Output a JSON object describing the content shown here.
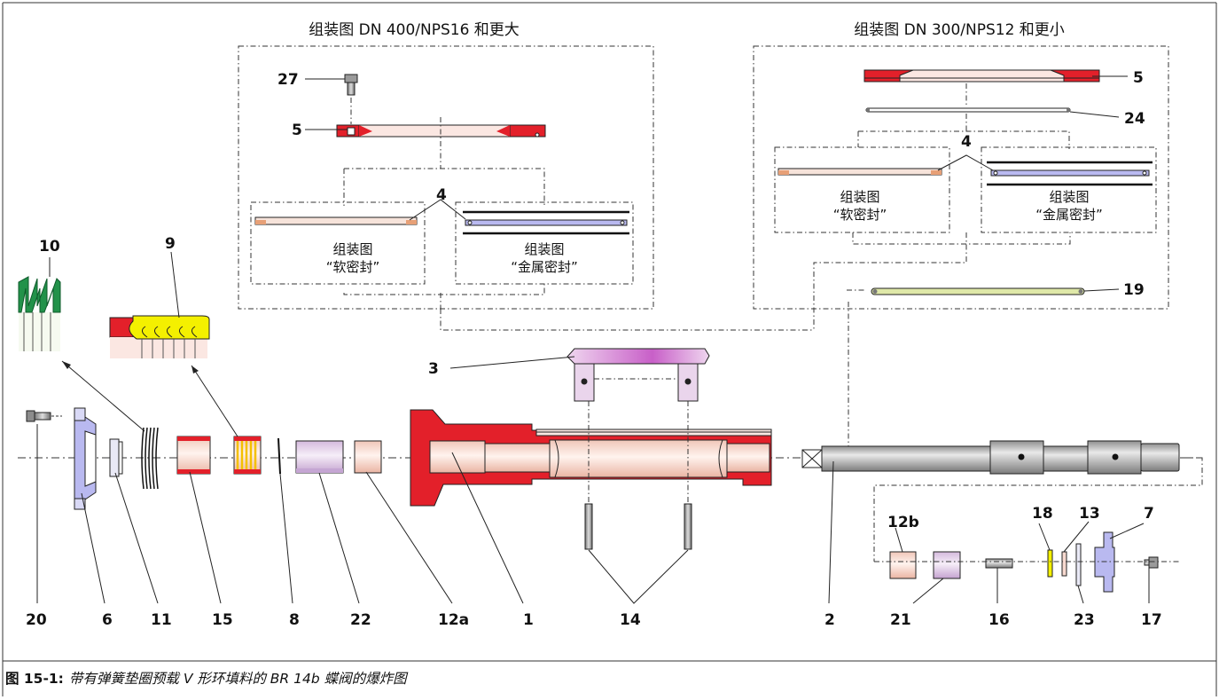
{
  "figure": {
    "caption_label": "图 15-1:",
    "caption_text": "带有弹簧垫圈预载 V 形环填料的 BR 14b 蝶阀的爆炸图"
  },
  "groups": {
    "large": {
      "title": "组装图 DN 400/NPS16 和更大",
      "soft_line1": "组装图",
      "soft_line2": "“软密封”",
      "metal_line1": "组装图",
      "metal_line2": "“金属密封”"
    },
    "small": {
      "title": "组装图 DN 300/NPS12 和更小",
      "soft_line1": "组装图",
      "soft_line2": "“软密封”",
      "metal_line1": "组装图",
      "metal_line2": "“金属密封”"
    }
  },
  "callouts": {
    "c27": "27",
    "c5a": "5",
    "c4a": "4",
    "c5b": "5",
    "c24": "24",
    "c4b": "4",
    "c19": "19",
    "c10": "10",
    "c9": "9",
    "c3": "3",
    "c20": "20",
    "c6": "6",
    "c11": "11",
    "c15": "15",
    "c8": "8",
    "c22": "22",
    "c12a": "12a",
    "c1": "1",
    "c14": "14",
    "c2": "2",
    "c12b": "12b",
    "c18": "18",
    "c13": "13",
    "c7": "7",
    "c21": "21",
    "c16": "16",
    "c23": "23",
    "c17": "17"
  },
  "colors": {
    "body_red": "#e3202a",
    "part_pink": "#f7d9cf",
    "shaft_gray": "#b4b4b4",
    "disc_purple": "#c87ac8",
    "seat_blue": "#b9b9f0",
    "ring_green": "#dfe8a8",
    "packing_yellow": "#f4f000",
    "spring_green": "#22924a"
  }
}
